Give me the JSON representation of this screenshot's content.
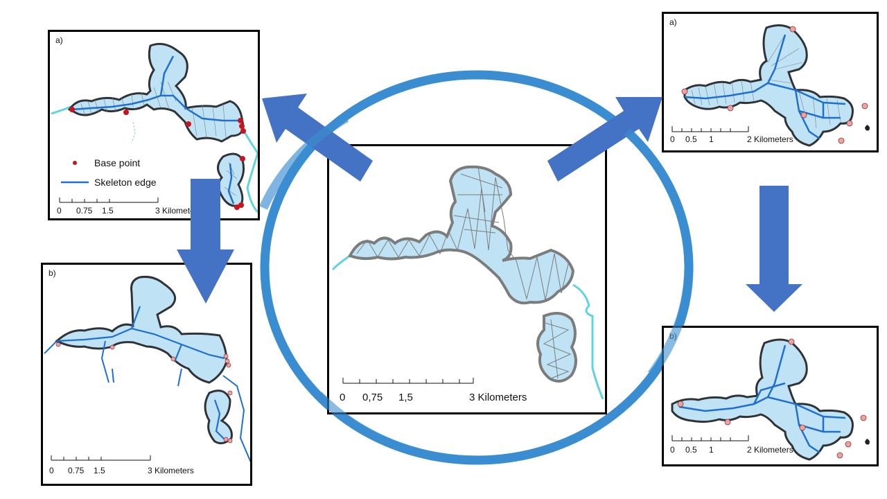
{
  "panels": {
    "left_a": {
      "label": "a)"
    },
    "left_b": {
      "label": "b)"
    },
    "right_a": {
      "label": "a)"
    },
    "right_b": {
      "label": "b)"
    }
  },
  "legend": {
    "base_point": "Base point",
    "skeleton_edge": "Skeleton edge"
  },
  "scales": {
    "center": {
      "ticks": [
        "0",
        "0,75",
        "1,5"
      ],
      "end": "3 Kilometers"
    },
    "left_a": {
      "ticks": [
        "0",
        "0.75",
        "1.5"
      ],
      "end": "3 Kilometers"
    },
    "left_b": {
      "ticks": [
        "0",
        "0.75",
        "1.5"
      ],
      "end": "3 Kilometers"
    },
    "right_a": {
      "ticks": [
        "0",
        "0.5",
        "1"
      ],
      "end": "2 Kilometers"
    },
    "right_b": {
      "ticks": [
        "0",
        "0.5",
        "1"
      ],
      "end": "2 Kilometers"
    }
  },
  "colors": {
    "water": "#bfe3f5",
    "outline": "#2f3338",
    "tin": "#7c7c7c",
    "river": "#5fd3e0",
    "skeleton": "#1f6fd1",
    "base_point_red": "#c8141e",
    "base_point_pink": "#f0a0a0",
    "arrow": "#4472c4",
    "ring": "#3a8dd0"
  }
}
